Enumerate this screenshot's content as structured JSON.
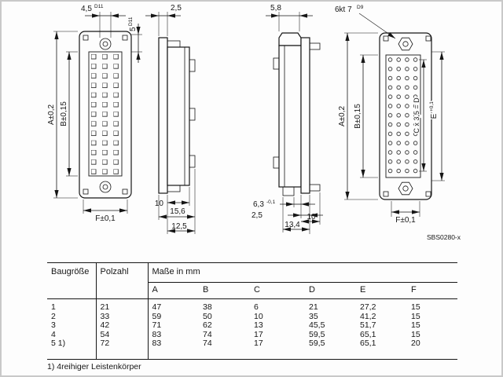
{
  "drawing": {
    "code": "SBS0280-x",
    "dim_4_5": "4,5",
    "dim_4_5_sup": "D11",
    "dim_5": "5",
    "dim_5_sup": "D11",
    "dim_2_5_top": "2,5",
    "dim_5_8": "5,8",
    "hex": "6kt 7",
    "hex_sup": "D9",
    "A": "A±0,2",
    "B": "B±0,15",
    "C_formula": "C x 3,5 = D",
    "E": "E",
    "E_sup": "+0,1",
    "F": "F±0,1",
    "dim_10": "10",
    "dim_15_6": "15,6",
    "dim_12_5": "12,5",
    "dim_6_3": "6,3",
    "dim_6_3_tol": "-0,1",
    "dim_2_5_bottom": "2,5",
    "dim_13_4": "13,4",
    "dim_10_right": "10"
  },
  "table": {
    "header_baugroesse": "Baugröße",
    "header_polzahl": "Polzahl",
    "header_masse": "Maße in mm",
    "columns": [
      "A",
      "B",
      "C",
      "D",
      "E",
      "F"
    ],
    "rows": [
      {
        "baugroesse": "1",
        "polzahl": "21",
        "A": "47",
        "B": "38",
        "C": "6",
        "D": "21",
        "E": "27,2",
        "F": "15"
      },
      {
        "baugroesse": "2",
        "polzahl": "33",
        "A": "59",
        "B": "50",
        "C": "10",
        "D": "35",
        "E": "41,2",
        "F": "15"
      },
      {
        "baugroesse": "3",
        "polzahl": "42",
        "A": "71",
        "B": "62",
        "C": "13",
        "D": "45,5",
        "E": "51,7",
        "F": "15"
      },
      {
        "baugroesse": "4",
        "polzahl": "54",
        "A": "83",
        "B": "74",
        "C": "17",
        "D": "59,5",
        "E": "65,1",
        "F": "15"
      },
      {
        "baugroesse": "5 1)",
        "polzahl": "72",
        "A": "83",
        "B": "74",
        "C": "17",
        "D": "59,5",
        "E": "65,1",
        "F": "20"
      }
    ]
  },
  "footnote": "1) 4reihiger Leistenkörper"
}
